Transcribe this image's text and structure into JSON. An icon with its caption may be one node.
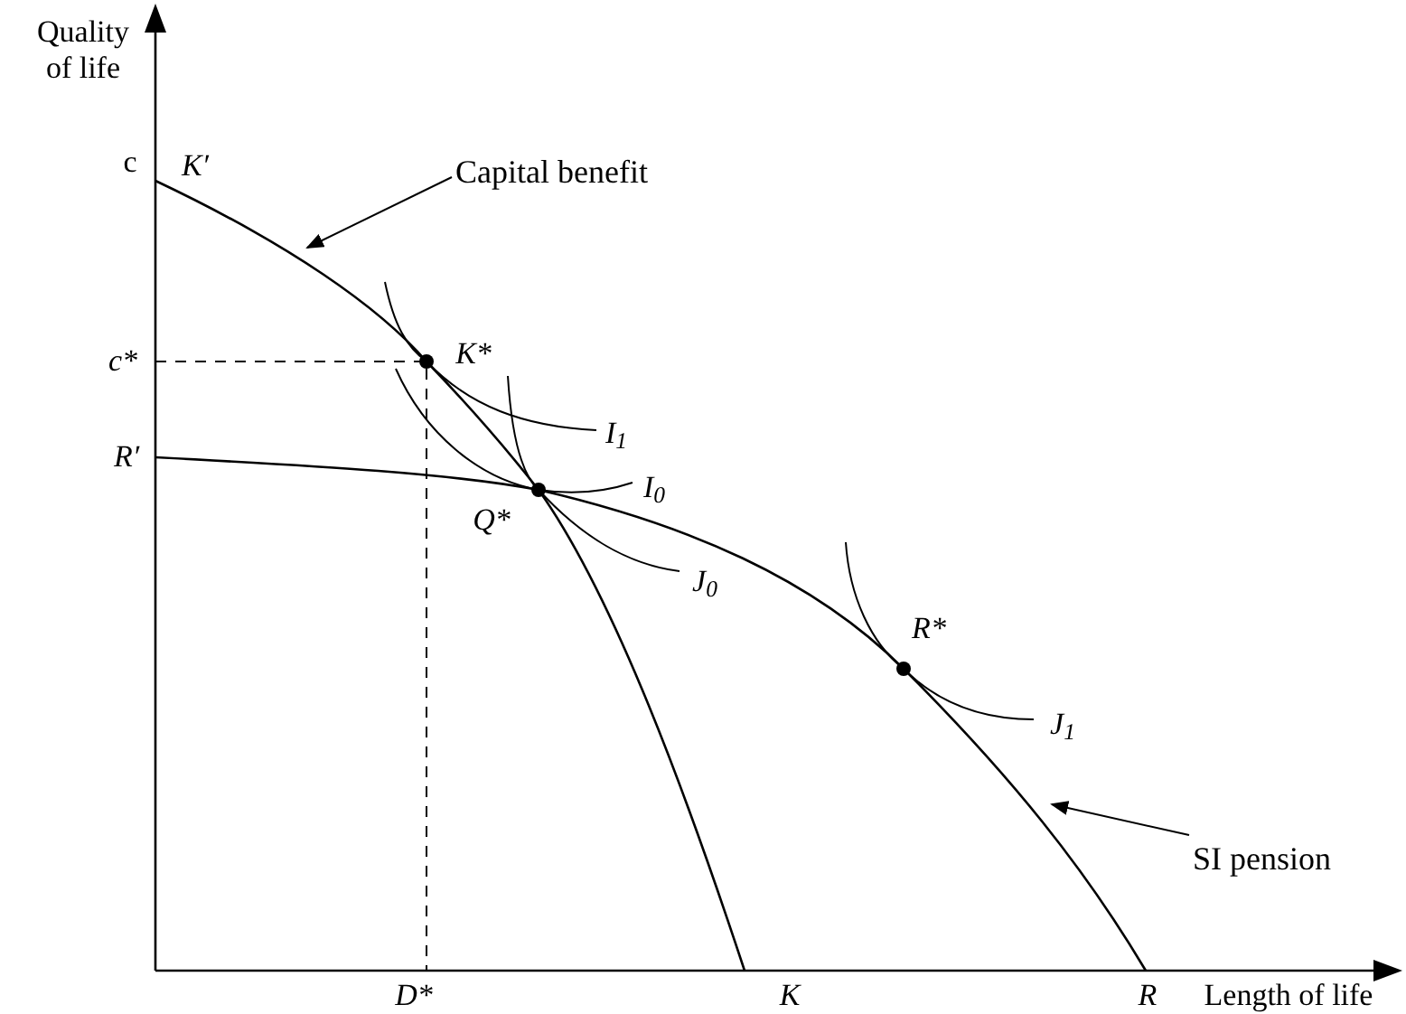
{
  "diagram": {
    "nodes": [
      {
        "text": [
          "Capital benefit"
        ]
      },
      {
        "text": [
          "SI pension"
        ]
      }
    ],
    "edges": [
      {
        "from": 0,
        "to": null,
        "arrow": "to"
      },
      {
        "from": 1,
        "to": null,
        "arrow": "to"
      }
    ],
    "labels": [
      "Quality of life",
      "c",
      "K′",
      "c*",
      "R′",
      "K*",
      "I$_{1}$",
      "I$_{0}$",
      "Q*",
      "J$_{0}$",
      "R*",
      "J$_{1}$",
      "D*",
      "K",
      "R",
      "Length of life"
    ]
  }
}
